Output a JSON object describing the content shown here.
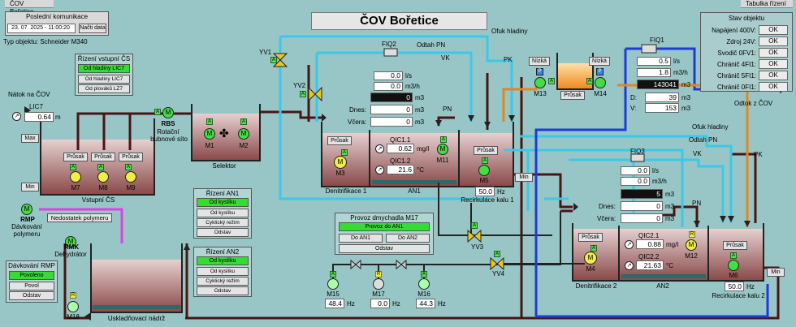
{
  "topbar": {
    "left": "ČOV Bořetice",
    "right": "Tabulka řízení"
  },
  "comm": {
    "label": "Poslední komunikace",
    "datetime": "23. 07. 2025 - 11:00:20",
    "load_btn": "Načti data"
  },
  "object_type": "Typ objektu: Schneider M340",
  "title": "ČOV Bořetice",
  "inflow": {
    "label": "Nátok na ČOV",
    "lic_name": "LIC7",
    "lic_value": "0.64",
    "lic_unit": "m",
    "max": "Max",
    "min": "Min"
  },
  "control_inlet": {
    "title": "Řízení vstupní ČS",
    "options": [
      "Od hladiny LIC7",
      "Od hladiny LIC7",
      "Od plováků LZ7"
    ]
  },
  "pumps_in": {
    "prusak": "Průsak",
    "names": [
      "M7",
      "M8",
      "M9"
    ],
    "label": "Vstupní ČS"
  },
  "rbs": {
    "name": "RBS",
    "desc1": "Rotační",
    "desc2": "bubnové síto"
  },
  "selector": {
    "names": [
      "M1",
      "M2"
    ],
    "label": "Selektor"
  },
  "rmp": {
    "name": "RMP",
    "desc1": "Dávkování",
    "desc2": "polymeru",
    "alarm": "Nedostatek polymeru"
  },
  "rmk": {
    "name": "RMK",
    "desc": "Dehydrátor"
  },
  "dosing": {
    "title": "Dávkování RMP",
    "options": [
      "Povoleno",
      "Povol",
      "Odstav"
    ]
  },
  "m18": "M18",
  "storage": "Uskladňovací nádrž",
  "valves_top": [
    "YV1",
    "YV2"
  ],
  "an1_control": {
    "title": "Řízení AN1",
    "options": [
      "Od kyslíku",
      "Od kyslíku",
      "Cyklický režim",
      "Odstav"
    ]
  },
  "an2_control": {
    "title": "Řízení AN2",
    "options": [
      "Od kyslíku",
      "Od kyslíku",
      "Cyklický režim",
      "Odstav"
    ]
  },
  "blowers": {
    "title": "Provoz dmychadla M17",
    "options": [
      "Provoz do AN1",
      "Do AN1",
      "Do AN2",
      "Odstav"
    ],
    "items": [
      {
        "name": "M15",
        "value": "48.4",
        "unit": "Hz"
      },
      {
        "name": "M17",
        "value": "0.0",
        "unit": "Hz"
      },
      {
        "name": "M16",
        "value": "44.3",
        "unit": "Hz"
      }
    ]
  },
  "yv34": [
    "YV3",
    "YV4"
  ],
  "line1": {
    "fiq_name": "FIQ2",
    "fiq_rate": "0.0",
    "fiq_rate_unit": "l/s",
    "fiq_rate2": "0.0",
    "fiq_rate2_unit": "m3/h",
    "fiq_total": "0",
    "fiq_total_unit": "m3",
    "today_label": "Dnes:",
    "today": "0",
    "yesterday_label": "Včera:",
    "yesterday": "0",
    "unit": "m3",
    "prusak": "Průsak",
    "mix": "M3",
    "denit": "Denitrifikace 1",
    "qic1_name": "QIC1.1",
    "qic1": "0.62",
    "qic1_unit": "mg/l",
    "qic2_name": "QIC1.2",
    "qic2": "21.6",
    "qic2_unit": "°C",
    "aer_motor": "M11",
    "an": "AN1",
    "pump": "M5",
    "pump_prusak": "Průsak",
    "recirc": "Recirkulace kalu 1",
    "freq": "50.0",
    "freq_unit": "Hz",
    "min": "Min"
  },
  "line2": {
    "fiq_name": "FIQ3",
    "fiq_rate": "0.0",
    "fiq_rate_unit": "l/s",
    "fiq_rate2": "0.0",
    "fiq_rate2_unit": "m3/h",
    "fiq_total": "5",
    "fiq_total_unit": "m3",
    "today_label": "Dnes:",
    "today": "0",
    "yesterday_label": "Včera:",
    "yesterday": "0",
    "unit": "m3",
    "prusak": "Průsak",
    "mix": "M4",
    "denit": "Denitrifikace 2",
    "qic1_name": "QIC2.1",
    "qic1": "0.88",
    "qic1_unit": "mg/l",
    "qic2_name": "QIC2.2",
    "qic2": "21.63",
    "qic2_unit": "°C",
    "aer_motor": "M12",
    "an": "AN2",
    "pump": "M6",
    "pump_prusak": "Průsak",
    "recirc": "Recirkulace kalu 2",
    "freq": "50.0",
    "freq_unit": "Hz",
    "min": "Min"
  },
  "flows": {
    "odtah_pn": "Odtah PN",
    "ofuk": "Ofuk hladiny",
    "vk": "VK",
    "pk": "PK",
    "pn": "PN"
  },
  "sump": {
    "low1": "Nízká",
    "low2": "Nízká",
    "prusak": "Průsak",
    "m13": "M13",
    "m14": "M14"
  },
  "fiq1": {
    "name": "FIQ1",
    "rate": "0.5",
    "rate_unit": "l/s",
    "rate2": "1.8",
    "rate2_unit": "m3/h",
    "total": "143041",
    "total_unit": "m3",
    "d_label": "D:",
    "d": "39",
    "v_label": "V:",
    "v": "153",
    "unit": "m3"
  },
  "outflow": "Odtok z ČOV",
  "status": {
    "title": "Stav objektu",
    "rows": [
      {
        "label": "Napájení 400V:",
        "value": "OK"
      },
      {
        "label": "Zdroj 24V:",
        "value": "OK"
      },
      {
        "label": "Svodič 0FV1:",
        "value": "OK"
      },
      {
        "label": "Chránič 4FI1:",
        "value": "OK"
      },
      {
        "label": "Chránič 5FI1:",
        "value": "OK"
      },
      {
        "label": "Chránič 0FI1:",
        "value": "OK"
      }
    ]
  },
  "colors": {
    "bg": "#98c6c6",
    "water": "#3cc8e8",
    "sludge": "#4a1414",
    "air": "#222222",
    "outflow": "#1a3cd8",
    "polymer": "#e040e0",
    "pk": "#e08820",
    "tank": "#b07878",
    "ok_green": "#33dd33"
  }
}
